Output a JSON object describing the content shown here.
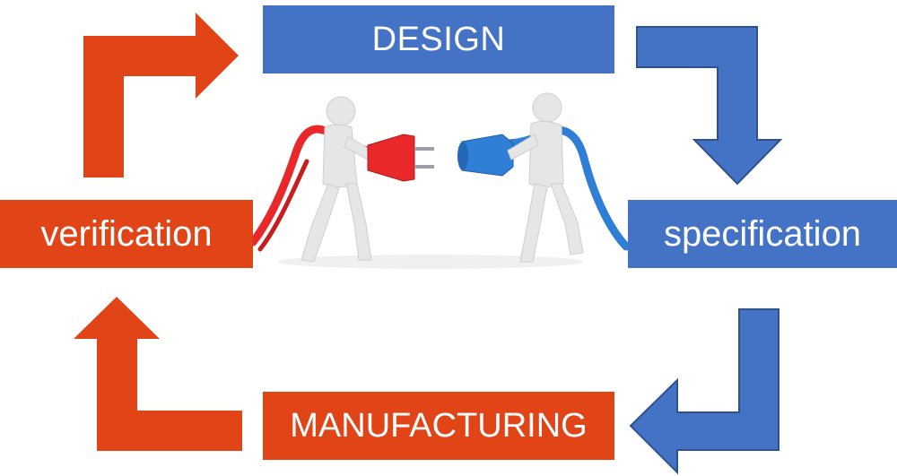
{
  "labels": {
    "design": "DESIGN",
    "specification": "specification",
    "manufacturing": "MANUFACTURING",
    "verification": "verification"
  },
  "colors": {
    "blue": "#4472c4",
    "blue_outline": "#2f528f",
    "orange": "#e04417",
    "red_cable": "#e8282b",
    "blue_cable": "#2f7fd6",
    "figure": "#e6e6e6"
  },
  "icons": {
    "top_left_arrow": "arrow-right-orange",
    "top_right_arrow": "arrow-down-blue",
    "bottom_right_arrow": "arrow-left-blue",
    "bottom_left_arrow": "arrow-up-orange",
    "center_illustration": "two-figures-connecting-plugs"
  }
}
